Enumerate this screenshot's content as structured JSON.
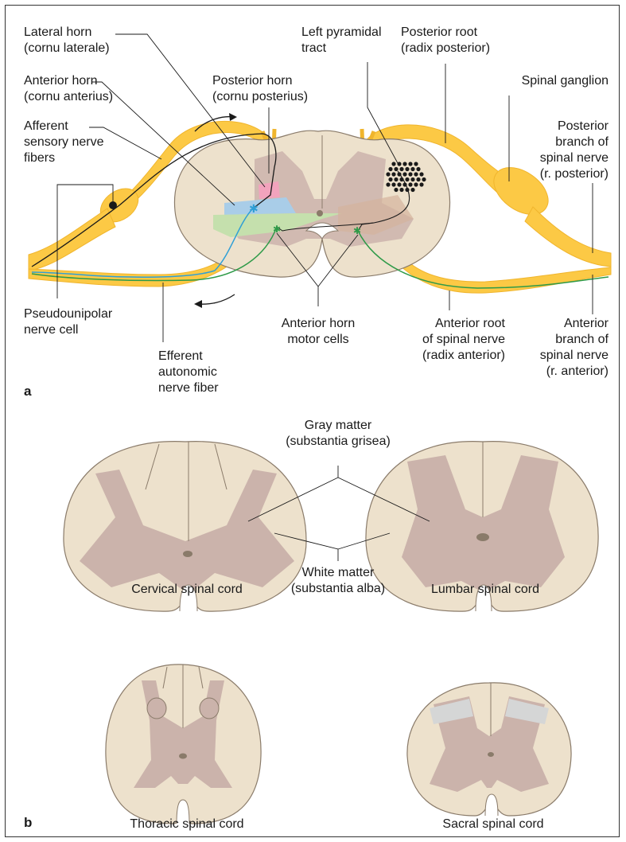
{
  "panel_a": {
    "label": "a",
    "lateral_horn": [
      "Lateral horn",
      "(cornu laterale)"
    ],
    "anterior_horn": [
      "Anterior horn",
      "(cornu anterius)"
    ],
    "afferent": [
      "Afferent",
      "sensory nerve",
      "fibers"
    ],
    "posterior_horn": [
      "Posterior horn",
      "(cornu posterius)"
    ],
    "pyramidal": [
      "Left pyramidal",
      "tract"
    ],
    "posterior_root": [
      "Posterior root",
      "(radix posterior)"
    ],
    "ganglion": [
      "Spinal ganglion"
    ],
    "post_branch": [
      "Posterior",
      "branch of",
      "spinal nerve",
      "(r. posterior)"
    ],
    "pseudo": [
      "Pseudounipolar",
      "nerve cell"
    ],
    "efferent": [
      "Efferent",
      "autonomic",
      "nerve fiber"
    ],
    "motor_cells": [
      "Anterior horn",
      "motor cells"
    ],
    "ant_root": [
      "Anterior root",
      "of spinal nerve",
      "(radix anterior)"
    ],
    "ant_branch": [
      "Anterior",
      "branch of",
      "spinal nerve",
      "(r. anterior)"
    ]
  },
  "panel_b": {
    "label": "b",
    "gray": [
      "Gray matter",
      "(substantia grisea)"
    ],
    "white": [
      "White matter",
      "(substantia alba)"
    ],
    "cervical": "Cervical spinal cord",
    "lumbar": "Lumbar spinal cord",
    "thoracic": "Thoracic spinal cord",
    "sacral": "Sacral spinal cord"
  },
  "colors": {
    "white_matter": "#ede1cc",
    "gray_matter": "#cbb3ab",
    "nerve": "#fcc945",
    "lateral_horn": "#f2a3bd",
    "posterior_blue": "#a9cde8",
    "anterior_green": "#c5e0ad",
    "afferent_line": "#2f9fd6",
    "efferent_line": "#2e9a48",
    "pyramidal_brown": "#d4b49c"
  }
}
